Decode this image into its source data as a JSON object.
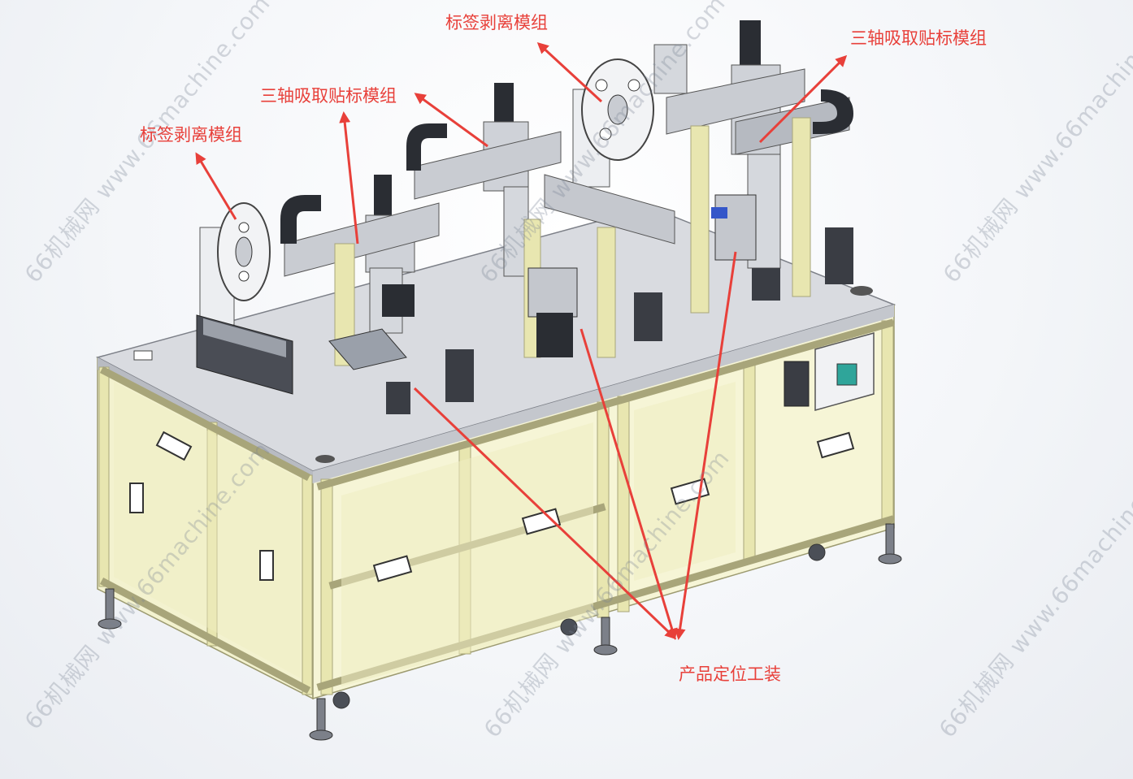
{
  "callouts": {
    "label_peel_left": "标签剥离模组",
    "pick_place_left": "三轴吸取贴标模组",
    "label_peel_top": "标签剥离模组",
    "pick_place_right": "三轴吸取贴标模组",
    "fixture": "产品定位工装"
  },
  "watermark": "66机械网 www.66machine.com",
  "colors": {
    "callout": "#e8403a",
    "frame": "#e8e6b0",
    "panel": "#f3f2cf",
    "steel": "#c9ccd2",
    "dark": "#2a2d33"
  }
}
